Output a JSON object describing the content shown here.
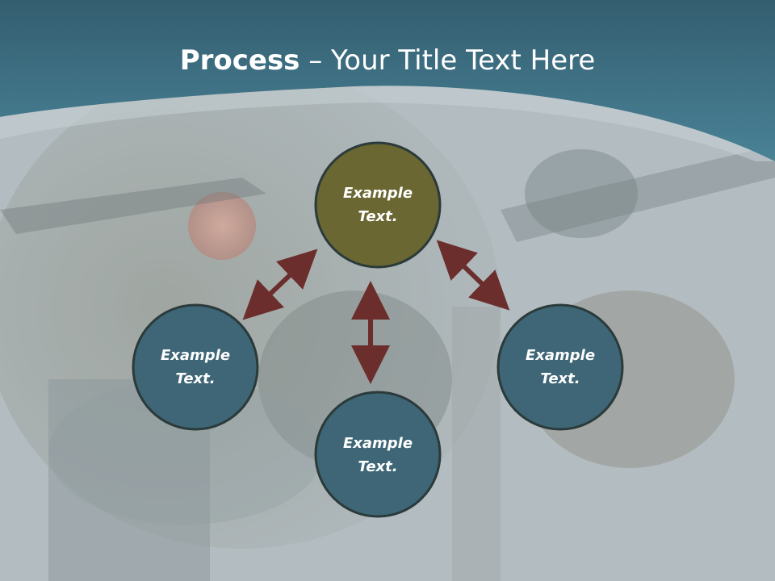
{
  "slide": {
    "title_bold": "Process",
    "title_rest": " – Your Title Text Here"
  },
  "diagram": {
    "nodes": [
      {
        "label": "Example\nText.",
        "color": "#6b6733",
        "position": "top"
      },
      {
        "label": "Example\nText.",
        "color": "#3e6676",
        "position": "left"
      },
      {
        "label": "Example\nText.",
        "color": "#3e6676",
        "position": "bottom"
      },
      {
        "label": "Example\nText.",
        "color": "#3e6676",
        "position": "right"
      }
    ],
    "arrow_color": "#6b2e2c",
    "node_border_color": "#2b3a3a"
  },
  "colors": {
    "header_band": "#3f7487",
    "background_overlay": "#c3cbcf"
  }
}
